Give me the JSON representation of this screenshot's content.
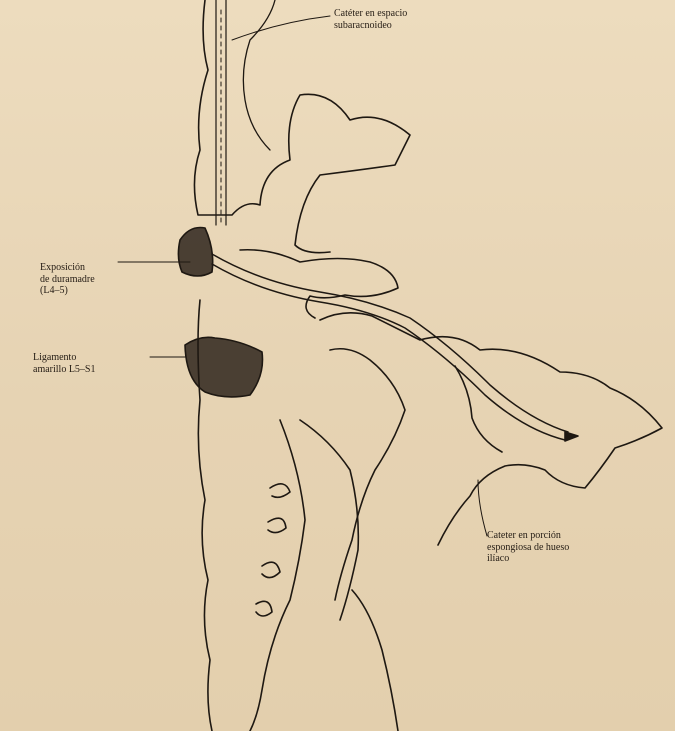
{
  "figure": {
    "labels": {
      "cateter_subaracnoideo": [
        "Catéter en espacio",
        "subaracnoideo"
      ],
      "exposicion_duramadre": [
        "Exposición",
        "de duramadre",
        "(L4–5)"
      ],
      "ligamento_amarillo": [
        "Ligamento",
        "amarillo L5–S1"
      ],
      "cateter_hueso_iliaco": [
        "Cateter en porción",
        "espongiosa de hueso",
        "ilíaco"
      ]
    }
  },
  "colors": {
    "paper": "#e9d8ba",
    "ink": "#241c14"
  }
}
